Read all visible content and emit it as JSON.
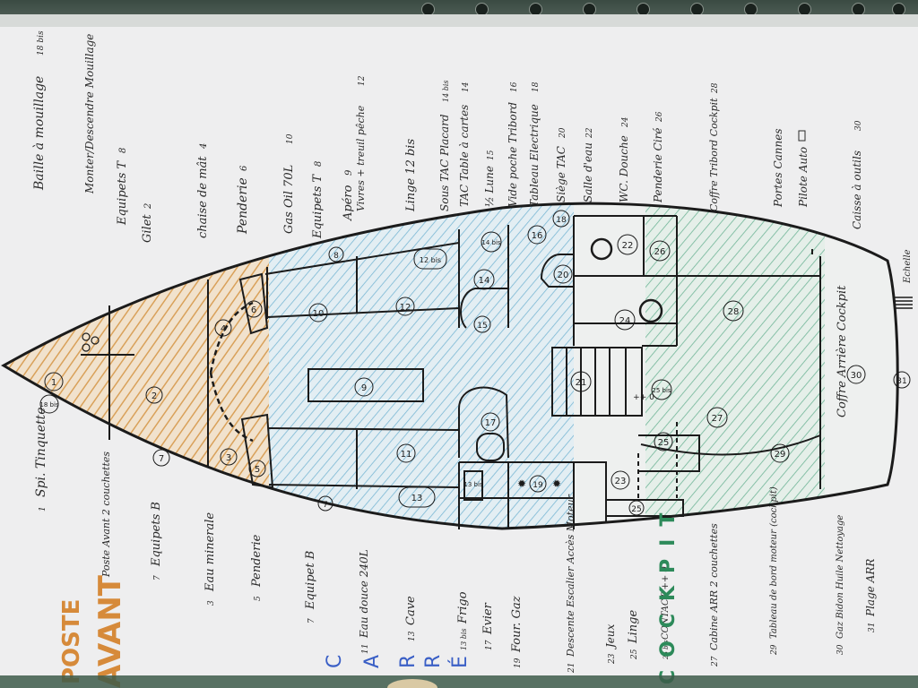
{
  "page": {
    "title_line1": "POSTE",
    "title_line2": "AVANT",
    "side_cabin_letters": [
      "C",
      "A",
      "R",
      "R",
      "É"
    ],
    "side_cockpit_label": "COCKPIT"
  },
  "legend_top": [
    {
      "id": "top-1",
      "text": "Baille à mouillage",
      "num": "18 bis"
    },
    {
      "id": "top-2",
      "text": "Monter/Descendre Mouillage",
      "num": ""
    },
    {
      "id": "top-3",
      "text": "Equipets T",
      "num": "8"
    },
    {
      "id": "top-4",
      "text": "Gilet",
      "num": "2"
    },
    {
      "id": "top-5",
      "text": "chaise de mât",
      "num": "4"
    },
    {
      "id": "top-6",
      "text": "Penderie",
      "num": "6"
    },
    {
      "id": "top-7",
      "text": "Gas Oil 70L",
      "num": "10"
    },
    {
      "id": "top-8",
      "text": "Equipets T",
      "num": "8"
    },
    {
      "id": "top-9",
      "text": "Apéro",
      "num": "9"
    },
    {
      "id": "top-10",
      "text": "Vivres + treuil pêche",
      "num": "12"
    },
    {
      "id": "top-11",
      "text": "Linge 12 bis",
      "num": ""
    },
    {
      "id": "top-12",
      "text": "Sous TAC Placard",
      "num": "14 bis"
    },
    {
      "id": "top-13",
      "text": "TAC Table à cartes",
      "num": "14"
    },
    {
      "id": "top-14",
      "text": "½ Lune",
      "num": "15"
    },
    {
      "id": "top-15",
      "text": "Vide poche Tribord",
      "num": "16"
    },
    {
      "id": "top-16",
      "text": "Tableau Electrique",
      "num": "18"
    },
    {
      "id": "top-17",
      "text": "Siège TAC",
      "num": "20"
    },
    {
      "id": "top-18",
      "text": "Salle d'eau",
      "num": "22"
    },
    {
      "id": "top-19",
      "text": "WC. Douche",
      "num": "24"
    },
    {
      "id": "top-20",
      "text": "Penderie Ciré",
      "num": "26"
    },
    {
      "id": "top-21",
      "text": "Coffre Tribord Cockpit",
      "num": "28"
    },
    {
      "id": "top-22",
      "text": "Portes Cannes",
      "num": ""
    },
    {
      "id": "top-23",
      "text": "Pilote Auto",
      "num": ""
    },
    {
      "id": "top-24",
      "text": "Caisse à outils",
      "num": "30"
    }
  ],
  "legend_bottom": [
    {
      "id": "bot-1",
      "num": "1",
      "text": "Spi. Tinquette"
    },
    {
      "id": "bot-2",
      "num": "",
      "text": "Poste Avant 2 couchettes"
    },
    {
      "id": "bot-3",
      "num": "7",
      "text": "Equipets B"
    },
    {
      "id": "bot-4",
      "num": "3",
      "text": "Eau minerale"
    },
    {
      "id": "bot-5",
      "num": "5",
      "text": "Penderie"
    },
    {
      "id": "bot-6",
      "num": "7",
      "text": "Equipet B"
    },
    {
      "id": "bot-7",
      "num": "11",
      "text": "Eau douce 240L"
    },
    {
      "id": "bot-8",
      "num": "13",
      "text": "Cave"
    },
    {
      "id": "bot-9",
      "num": "13 bis",
      "text": "Frigo"
    },
    {
      "id": "bot-10",
      "num": "17",
      "text": "Evier"
    },
    {
      "id": "bot-11",
      "num": "19",
      "text": "Four. Gaz"
    },
    {
      "id": "bot-12",
      "num": "21",
      "text": "Descente Escalier Accès Moteur"
    },
    {
      "id": "bot-13",
      "num": "23",
      "text": "Jeux"
    },
    {
      "id": "bot-14",
      "num": "25",
      "text": "Linge"
    },
    {
      "id": "bot-15",
      "num": "25 bis",
      "text": "CONTACT ++ 0"
    },
    {
      "id": "bot-16",
      "num": "27",
      "text": "Cabine ARR 2 couchettes"
    },
    {
      "id": "bot-17",
      "num": "29",
      "text": "Tableau de bord moteur (cockpit)"
    },
    {
      "id": "bot-18",
      "num": "30",
      "text": "Gaz Bidon Huile Nettoyage"
    },
    {
      "id": "bot-19",
      "num": "31",
      "text": "Plage ARR"
    }
  ],
  "hull_labels": [
    {
      "id": "h1",
      "t": "1"
    },
    {
      "id": "h18b",
      "t": "18 bis"
    },
    {
      "id": "h2",
      "t": "2"
    },
    {
      "id": "h7",
      "t": "7"
    },
    {
      "id": "h4",
      "t": "4"
    },
    {
      "id": "h3",
      "t": "3"
    },
    {
      "id": "h6",
      "t": "6"
    },
    {
      "id": "h5",
      "t": "5"
    },
    {
      "id": "h8",
      "t": "8"
    },
    {
      "id": "h10",
      "t": "10"
    },
    {
      "id": "h9",
      "t": "9"
    },
    {
      "id": "h11",
      "t": "11"
    },
    {
      "id": "h7b",
      "t": "7"
    },
    {
      "id": "h12",
      "t": "12"
    },
    {
      "id": "h12b",
      "t": "12 bis"
    },
    {
      "id": "h13",
      "t": "13"
    },
    {
      "id": "h13b",
      "t": "13 bis"
    },
    {
      "id": "h17",
      "t": "17"
    },
    {
      "id": "h19",
      "t": "19"
    },
    {
      "id": "h14",
      "t": "14"
    },
    {
      "id": "h14b",
      "t": "14 bis"
    },
    {
      "id": "h15",
      "t": "15"
    },
    {
      "id": "h16",
      "t": "16"
    },
    {
      "id": "h18",
      "t": "18"
    },
    {
      "id": "h20",
      "t": "20"
    },
    {
      "id": "h22",
      "t": "22"
    },
    {
      "id": "h26",
      "t": "26"
    },
    {
      "id": "h21",
      "t": "21"
    },
    {
      "id": "h24",
      "t": "24"
    },
    {
      "id": "h25b",
      "t": "25 bis"
    },
    {
      "id": "h27",
      "t": "27"
    },
    {
      "id": "h25",
      "t": "25"
    },
    {
      "id": "h23",
      "t": "23"
    },
    {
      "id": "h25c",
      "t": "25"
    },
    {
      "id": "h29",
      "t": "29"
    },
    {
      "id": "h28",
      "t": "28"
    },
    {
      "id": "h30",
      "t": "30"
    },
    {
      "id": "h31",
      "t": "31"
    }
  ],
  "stern": {
    "coffre_label": "Coffre Arrière Cockpit",
    "echelle_label": "Echelle",
    "contact_marks": "++ 0"
  },
  "colors": {
    "paper": "#eeeeef",
    "ink": "#1b1b1b",
    "forward_hatch": "#d9a15a",
    "cabin_hatch": "#79b7d4",
    "cockpit_hatch": "#6fb597",
    "title_orange": "#d68a3a",
    "carre_blue": "#3a5fc6",
    "cockpit_green": "#2d8a5a"
  }
}
